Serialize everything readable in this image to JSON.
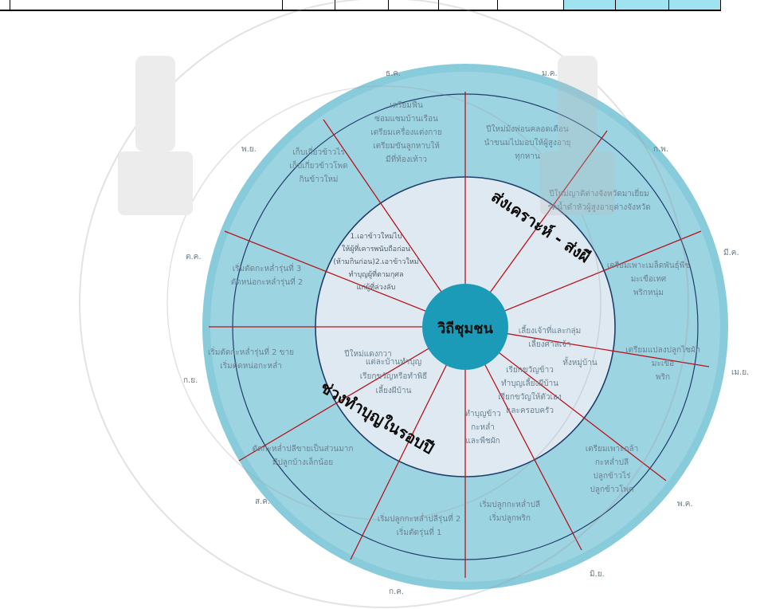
{
  "center_label": "วิถีชุมชน",
  "ring_titles": {
    "top_right": "ส่งเคราะห์ - ส่งผี",
    "bottom_left": "ช่วงทำบุญในรอบปี"
  },
  "months": {
    "jan": "ม.ค.",
    "feb": "ก.พ.",
    "mar": "มี.ค.",
    "apr": "เม.ย.",
    "may": "พ.ค.",
    "jun": "มิ.ย.",
    "jul": "ก.ค.",
    "aug": "ส.ค.",
    "sep": "ก.ย.",
    "oct": "ต.ค.",
    "nov": "พ.ย.",
    "dec": "ธ.ค."
  },
  "outer_texts": {
    "dec": [
      "เตรียมฟืน",
      "ซ่อมแซมบ้านเรือน",
      "เตรียมเครื่องแต่งกาย",
      "เตรียมขันลูกหาบให้",
      "มีที่ท้องเท้าว"
    ],
    "nov": [
      "เก็บเกี่ยวข้าวไร่",
      "เก็บเกี่ยวข้าวโพด",
      "กินข้าวใหม่"
    ],
    "oct": [
      "เริ่มตัดกะหล่ำรุ่นที่ 3",
      "ตัดหน่อกะหล่ำรุ่นที่ 2"
    ],
    "sep": [
      "เริ่มตัดกะหล่ำรุ่นที่ 2 ขาย",
      "เริ่มตัดหน่อกะหล่ำ"
    ],
    "aug": [
      "ตัดกะหล่ำปลีขายเป็นส่วนมาก",
      "มีปลูกบ้างเล็กน้อย"
    ],
    "jul": [
      "เริ่มปลูกกะหล่ำปลีรุ่นที่ 2",
      "เริ่มตัดรุ่นที่ 1"
    ],
    "jun": [
      "เริ่มปลูกกะหล่ำปลี",
      "เริ่มปลูกพริก"
    ],
    "may": [
      "เตรียมเพาะกล้า",
      "กะหล่ำปลี",
      "ปลูกข้าวไร่",
      "ปลูกข้าวโพด"
    ],
    "apr": [
      "เตรียมแปลงปลูกไซผัก",
      "มะเขือ",
      "พริก"
    ],
    "mar": [
      "เตรียมเพาะเมล็ดพันธุ์พืช",
      "มะเขือเทศ",
      "พริกหนุ่ม"
    ],
    "feb": [
      "ปีใหม่ญาติต่างจังหวัดมาเยี่ยม",
      "รดน้ำดำหัวผู้สูงอายุต่างจังหวัด"
    ],
    "jan": [
      "ปีใหม่ม้งพ่อนคลอดเดือน",
      "นำขนมไปมอบให้ผู้สูงอายุ",
      "ทุกหาน"
    ]
  },
  "inner_texts": {
    "upper_left": [
      "1.เอาข้าวใหม่ไป",
      "ให้ผู้ที่เคารพนับถือก่อน",
      "(ห้ามกินก่อน)2.เอาข้าวใหม่",
      "ทำบุญผู้ที่ตามกุศล",
      "แก่ผู้ที่ล่วงลับ"
    ],
    "left": [
      "ปีใหม่แดงกวา"
    ],
    "lower_left": [
      "แต่ละบ้านทำบุญ",
      "เรียกขวัญหรือทำพิธี",
      "เลี้ยงผีบ้าน"
    ],
    "lower_right_a": [
      "เรียกขวัญข้าว",
      "ทำบุญเลี้ยงผีบ้าน",
      "เรียกขวัญให้ตัวเอง",
      "และครอบครัว"
    ],
    "lower_right_b": [
      "ทำบุญข้าว",
      "กะหล่ำ",
      "และพืชผัก"
    ],
    "right_a": [
      "เลี้ยงเจ้าที่และกลุ่ม",
      "เลี้ยงศาลเจ้า"
    ],
    "right_b": [
      "ทั้งหมู่บ้าน"
    ]
  },
  "colors": {
    "outer_ring": "#7ec7d8",
    "middle_ring": "#9dd4e2",
    "inner_disc": "#dfe9f2",
    "hub": "#1c9bb8",
    "spoke": "#b7141b",
    "ring_border": "#1f3d6b"
  },
  "watermark": "seal"
}
